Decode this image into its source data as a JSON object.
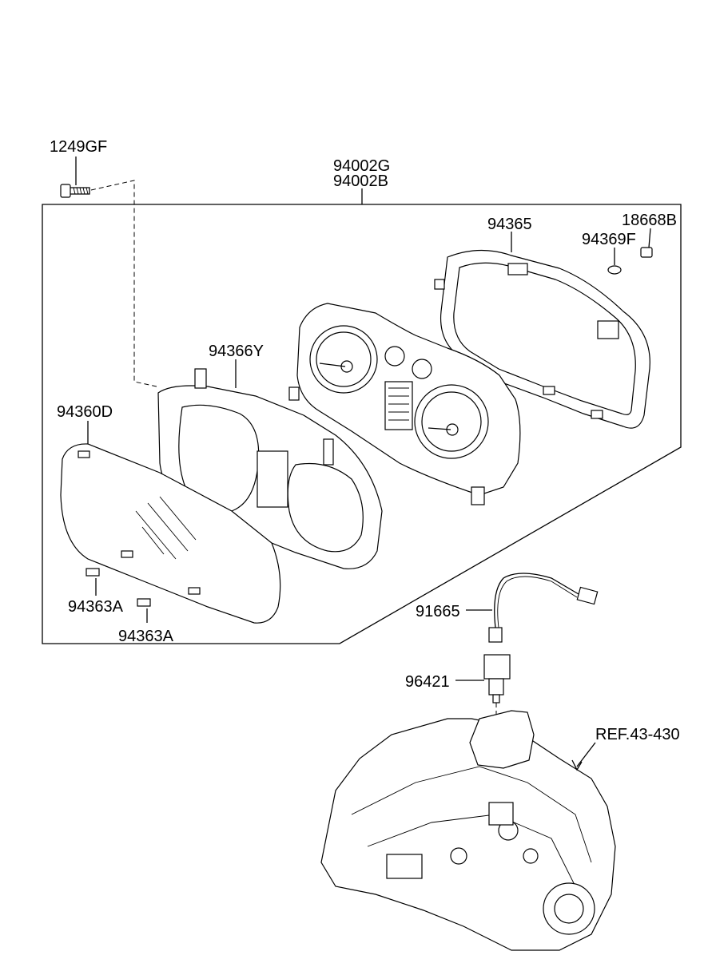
{
  "diagram": {
    "labels": {
      "p1249GF": "1249GF",
      "p94002G": "94002G",
      "p94002B": "94002B",
      "p94365": "94365",
      "p18668B": "18668B",
      "p94369F": "94369F",
      "p94366Y": "94366Y",
      "p94360D": "94360D",
      "p94363A_1": "94363A",
      "p94363A_2": "94363A",
      "p91665": "91665",
      "p96421": "96421",
      "ref": "REF.43-430"
    }
  }
}
